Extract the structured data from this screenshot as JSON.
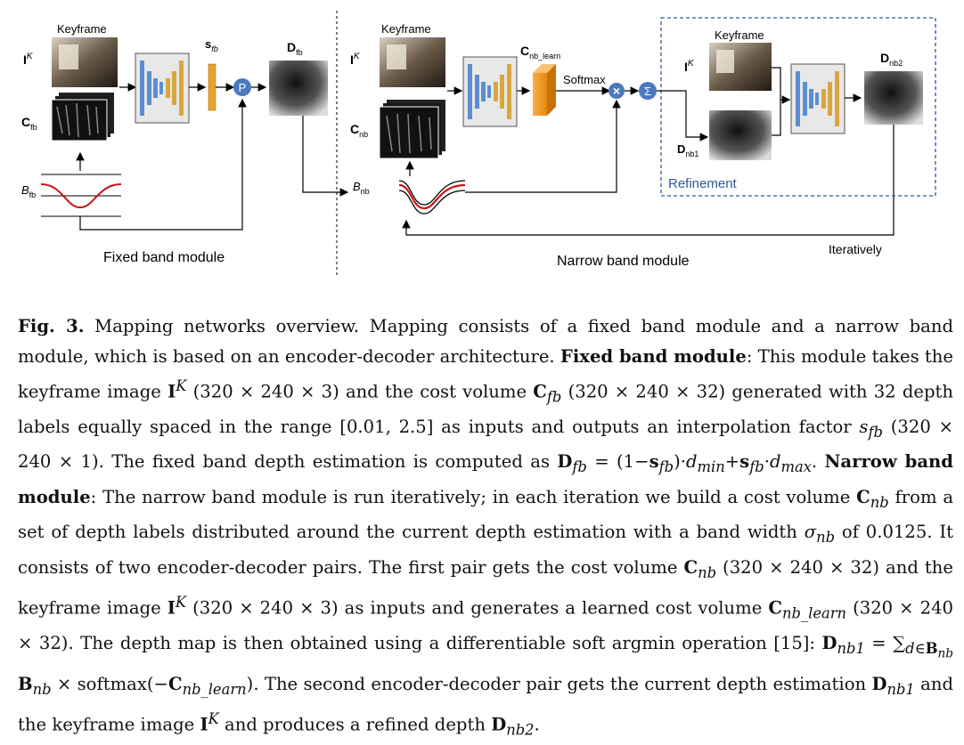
{
  "figure": {
    "fixed": {
      "keyframe_label": "Keyframe",
      "image_label": "I",
      "image_sup": "K",
      "cost_label": "C",
      "cost_sub": "fb",
      "s_label": "s",
      "s_sub": "fb",
      "p_label": "P",
      "d_label": "D",
      "d_sub": "fb",
      "b_label": "B",
      "b_sub": "fb",
      "module_title": "Fixed band module"
    },
    "narrow": {
      "keyframe_label": "Keyframe",
      "image_label": "I",
      "image_sup": "K",
      "cost_label": "C",
      "cost_sub": "nb",
      "learn_label": "C",
      "learn_sub": "nb_learn",
      "softmax_label": "Softmax",
      "times_label": "×",
      "sum_label": "Σ",
      "b_label": "B",
      "b_sub": "nb",
      "module_title": "Narrow band module",
      "iter_label": "Iteratively"
    },
    "refine": {
      "keyframe_label": "Keyframe",
      "image_label": "I",
      "image_sup": "K",
      "dnb1_label": "D",
      "dnb1_sub": "nb1",
      "dnb2_label": "D",
      "dnb2_sub": "nb2",
      "title": "Refinement"
    }
  },
  "caption": {
    "fig_label": "Fig. 3.",
    "intro": " Mapping networks overview. Mapping consists of a fixed band module and a narrow band module, which is based on an encoder-decoder architecture. ",
    "fixed_title": "Fixed band module",
    "fixed_text_1": ": This module takes the keyframe image ",
    "dim_ik_1": " (320 × 240 × 3) and the cost volume ",
    "dim_cfb": " (320 × 240 × 32) generated with 32 depth labels equally spaced in the range [0.01, 2.5] as inputs and outputs an interpolation factor ",
    "dim_sfb": " (320 × 240 × 1). The fixed band depth estimation is computed as ",
    "formula_fb": "D_fb = (1−s_fb)·d_min + s_fb·d_max",
    "narrow_title": "Narrow band module",
    "narrow_text_1": ": The narrow band module is run iteratively; in each iteration we build a cost volume ",
    "narrow_text_2": " from a set of depth labels distributed around the current depth estimation with a band width ",
    "narrow_text_3": " of 0.0125. It consists of two encoder-decoder pairs. The first pair gets the cost volume ",
    "dim_cnb": " (320 × 240 × 32) and the keyframe image ",
    "dim_ik_2": " (320 × 240 × 3) as inputs and generates a learned cost volume ",
    "dim_cnbl": " (320 × 240 × 32). The depth map is then obtained using a differentiable soft argmin operation [15]: ",
    "formula_nb": "D_nb1 = Σ_{d∈B_nb} B_nb × softmax(−C_nb_learn)",
    "final_1": ". The second encoder-decoder pair gets the current depth estimation ",
    "final_2": " and the keyframe image ",
    "final_3": " and produces a refined depth ",
    "final_4": "."
  },
  "colors": {
    "encoder_blue": "#5b8fd0",
    "decoder_gold": "#d9a640",
    "circle_blue": "#4a7ac0",
    "learned_orange": "#f39c1f",
    "refine_border": "#2e5a99",
    "curve_red": "#cc1111"
  }
}
